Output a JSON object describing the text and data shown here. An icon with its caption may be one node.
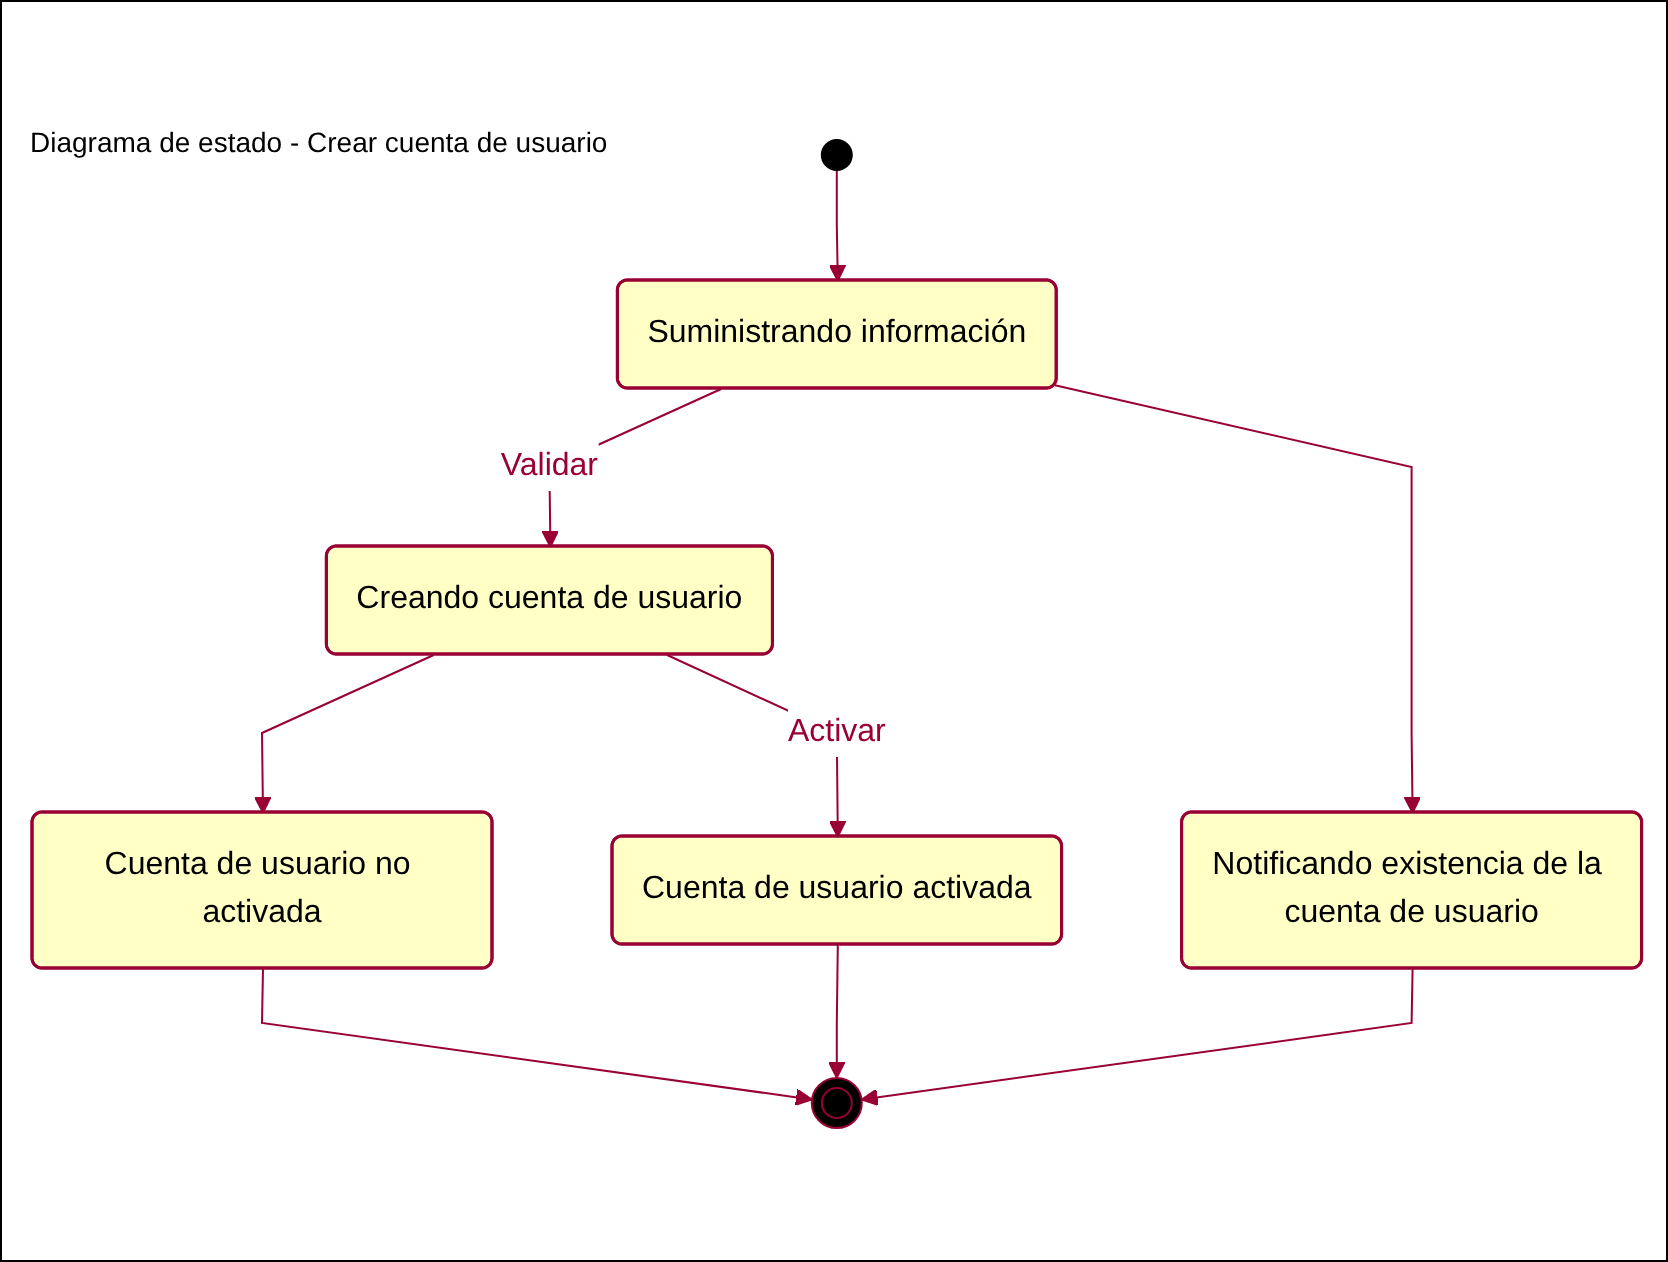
{
  "diagram": {
    "title": "Diagrama de estado - Crear cuenta de usuario",
    "nodes": [
      {
        "text": [],
        "shape": "circle"
      },
      {
        "text": [
          "Suministrando información"
        ]
      },
      {
        "text": [
          "Creando cuenta de usuario"
        ]
      },
      {
        "text": [
          "Cuenta de usuario no activada"
        ]
      },
      {
        "text": [
          "Cuenta de usuario activada"
        ]
      },
      {
        "text": [
          "Notificando existencia de la cuenta de usuario"
        ]
      },
      {
        "text": [],
        "shape": "circle"
      }
    ],
    "edges": [
      {
        "from": 0,
        "to": 1,
        "arrow": "to"
      },
      {
        "from": 1,
        "to": 2,
        "arrow": "to",
        "label": "Validar"
      },
      {
        "from": 1,
        "to": 5,
        "arrow": "to"
      },
      {
        "from": 2,
        "to": 3,
        "arrow": "to"
      },
      {
        "from": 2,
        "to": 4,
        "arrow": "to",
        "label": "Activar"
      },
      {
        "from": 3,
        "to": 6,
        "arrow": "to"
      },
      {
        "from": 4,
        "to": 6,
        "arrow": "to"
      },
      {
        "from": 5,
        "to": 6,
        "arrow": "to"
      }
    ]
  }
}
